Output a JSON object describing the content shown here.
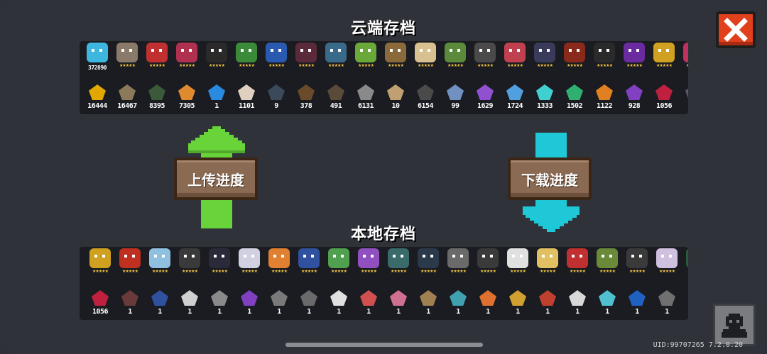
{
  "cloud": {
    "title": "云端存档",
    "characters": [
      {
        "icon": "gem-pile-icon",
        "color": "#3db7e0",
        "count": "372890"
      },
      {
        "icon": "knight-sprite",
        "color": "#8a7a6a"
      },
      {
        "icon": "rogue-sprite",
        "color": "#c03030"
      },
      {
        "icon": "wizard-sprite",
        "color": "#b03050"
      },
      {
        "icon": "assassin-sprite",
        "color": "#2a2a2a"
      },
      {
        "icon": "robot-sprite",
        "color": "#3a8a3a"
      },
      {
        "icon": "engineer-sprite",
        "color": "#2a5ab0"
      },
      {
        "icon": "vampire-sprite",
        "color": "#5a2a3a"
      },
      {
        "icon": "paladin-sprite",
        "color": "#3a6a8a"
      },
      {
        "icon": "elf-sprite",
        "color": "#6aa83a"
      },
      {
        "icon": "werewolf-sprite",
        "color": "#8a6a3a"
      },
      {
        "icon": "priest-sprite",
        "color": "#d8c090"
      },
      {
        "icon": "druid-sprite",
        "color": "#5a8a3a"
      },
      {
        "icon": "berserker-sprite",
        "color": "#4a4a4a"
      },
      {
        "icon": "necromancer-sprite",
        "color": "#c04050"
      },
      {
        "icon": "demon-sprite",
        "color": "#3a3a5a"
      },
      {
        "icon": "taoist-sprite",
        "color": "#8a2a1a"
      },
      {
        "icon": "samurai-sprite",
        "color": "#2a2a2a"
      },
      {
        "icon": "witch-sprite",
        "color": "#6a2aa0"
      },
      {
        "icon": "golden-knight-sprite",
        "color": "#d0a020"
      },
      {
        "icon": "partial-sprite",
        "color": "#c03060"
      }
    ],
    "materials": [
      {
        "icon": "gold-coin-icon",
        "color": "#e0a800",
        "count": "16444"
      },
      {
        "icon": "hay-icon",
        "color": "#8a7a5a",
        "count": "16467"
      },
      {
        "icon": "battery-icon",
        "color": "#3a5a3a",
        "count": "8395"
      },
      {
        "icon": "ore-icon",
        "color": "#e08a30",
        "count": "7305"
      },
      {
        "icon": "orb-icon",
        "color": "#2a8ae0",
        "count": "1"
      },
      {
        "icon": "bag-icon",
        "color": "#e0d0c0",
        "count": "1101"
      },
      {
        "icon": "disc-icon",
        "color": "#3a4a5a",
        "count": "9"
      },
      {
        "icon": "boot-icon",
        "color": "#6a4a2a",
        "count": "378"
      },
      {
        "icon": "horn-icon",
        "color": "#5a4a3a",
        "count": "491"
      },
      {
        "icon": "gear-icon",
        "color": "#8a8a8a",
        "count": "6131"
      },
      {
        "icon": "scroll-icon",
        "color": "#c0a070",
        "count": "10"
      },
      {
        "icon": "stone-icon",
        "color": "#4a4a4a",
        "count": "6154"
      },
      {
        "icon": "feather-icon",
        "color": "#7090c0",
        "count": "99"
      },
      {
        "icon": "purple-crystal-icon",
        "color": "#9050d0",
        "count": "1629"
      },
      {
        "icon": "blue-crystal-icon",
        "color": "#50a0e0",
        "count": "1724"
      },
      {
        "icon": "cyan-crystal-icon",
        "color": "#40d0d0",
        "count": "1333"
      },
      {
        "icon": "green-crystal-icon",
        "color": "#30b070",
        "count": "1502"
      },
      {
        "icon": "orange-crystal-icon",
        "color": "#e08020",
        "count": "1122"
      },
      {
        "icon": "violet-crystal-icon",
        "color": "#8040c0",
        "count": "928"
      },
      {
        "icon": "red-crystal-icon",
        "color": "#c02040",
        "count": "1056"
      },
      {
        "icon": "partial-item-icon",
        "color": "#5a5a6a",
        "count": ""
      }
    ]
  },
  "local": {
    "title": "本地存档",
    "characters": [
      {
        "icon": "golden-knight-sprite",
        "color": "#d0a020"
      },
      {
        "icon": "fire-demon-sprite",
        "color": "#c03020"
      },
      {
        "icon": "ice-robot-sprite",
        "color": "#90c0e0"
      },
      {
        "icon": "dark-knight-sprite",
        "color": "#3a3a3a"
      },
      {
        "icon": "ninja-sprite",
        "color": "#2a2a3a"
      },
      {
        "icon": "white-priest-sprite",
        "color": "#d0d0e0"
      },
      {
        "icon": "miner-sprite",
        "color": "#e08030"
      },
      {
        "icon": "magician-sprite",
        "color": "#3050a0"
      },
      {
        "icon": "frog-sprite",
        "color": "#50a050"
      },
      {
        "icon": "octopus-sprite",
        "color": "#9050c0"
      },
      {
        "icon": "gunner-sprite",
        "color": "#3a6a6a"
      },
      {
        "icon": "pirate-sprite",
        "color": "#2a3a4a"
      },
      {
        "icon": "armor-sprite",
        "color": "#6a6a6a"
      },
      {
        "icon": "jackal-sprite",
        "color": "#3a3a3a"
      },
      {
        "icon": "white-haired-sprite",
        "color": "#e0e0e0"
      },
      {
        "icon": "blonde-sprite",
        "color": "#e0c060"
      },
      {
        "icon": "red-sprite",
        "color": "#c03030"
      },
      {
        "icon": "nature-sprite",
        "color": "#6a8a3a"
      },
      {
        "icon": "hat-sprite",
        "color": "#3a3a3a"
      },
      {
        "icon": "bunny-sprite",
        "color": "#d0c0e0"
      },
      {
        "icon": "partial-sprite",
        "color": "#2a5a3a"
      }
    ],
    "materials": [
      {
        "icon": "red-crystal-icon",
        "color": "#c02040",
        "count": "1056"
      },
      {
        "icon": "chip-icon",
        "color": "#6a3a3a",
        "count": "1"
      },
      {
        "icon": "blue-tile-icon",
        "color": "#3050a0",
        "count": "1"
      },
      {
        "icon": "white-tile-icon",
        "color": "#d0d0d0",
        "count": "1"
      },
      {
        "icon": "grey-tile-icon",
        "color": "#8a8a8a",
        "count": "1"
      },
      {
        "icon": "purple-tile-icon",
        "color": "#8040c0",
        "count": "1"
      },
      {
        "icon": "grey-tile-icon",
        "color": "#7a7a7a",
        "count": "1"
      },
      {
        "icon": "grey-tile-icon",
        "color": "#6a6a6a",
        "count": "1"
      },
      {
        "icon": "white-tile-icon",
        "color": "#e0e0e0",
        "count": "1"
      },
      {
        "icon": "red-tile-icon",
        "color": "#d05050",
        "count": "1"
      },
      {
        "icon": "pink-tile-icon",
        "color": "#d07090",
        "count": "1"
      },
      {
        "icon": "brown-tile-icon",
        "color": "#a08050",
        "count": "1"
      },
      {
        "icon": "teal-tile-icon",
        "color": "#40a0b0",
        "count": "1"
      },
      {
        "icon": "orange-tile-icon",
        "color": "#e07030",
        "count": "1"
      },
      {
        "icon": "gold-tile-icon",
        "color": "#d0a030",
        "count": "1"
      },
      {
        "icon": "red-tile-icon",
        "color": "#c04030",
        "count": "1"
      },
      {
        "icon": "white-tile-icon",
        "color": "#d8d8d8",
        "count": "1"
      },
      {
        "icon": "cyan-tile-icon",
        "color": "#50c0d0",
        "count": "1"
      },
      {
        "icon": "blue-tile-icon",
        "color": "#2060c0",
        "count": "1"
      },
      {
        "icon": "grey-tile-icon",
        "color": "#707070",
        "count": "1"
      },
      {
        "icon": "partial-item-icon",
        "color": "#5a5a6a",
        "count": ""
      }
    ]
  },
  "upload_label": "上传进度",
  "download_label": "下载进度",
  "uid_text": "UID:99707265 7.2.0.20",
  "colors": {
    "upload_arrow": "#68d43a",
    "download_arrow": "#1ec8d6",
    "close_button": "#e0401c",
    "wood_button": "#8a6a52"
  }
}
